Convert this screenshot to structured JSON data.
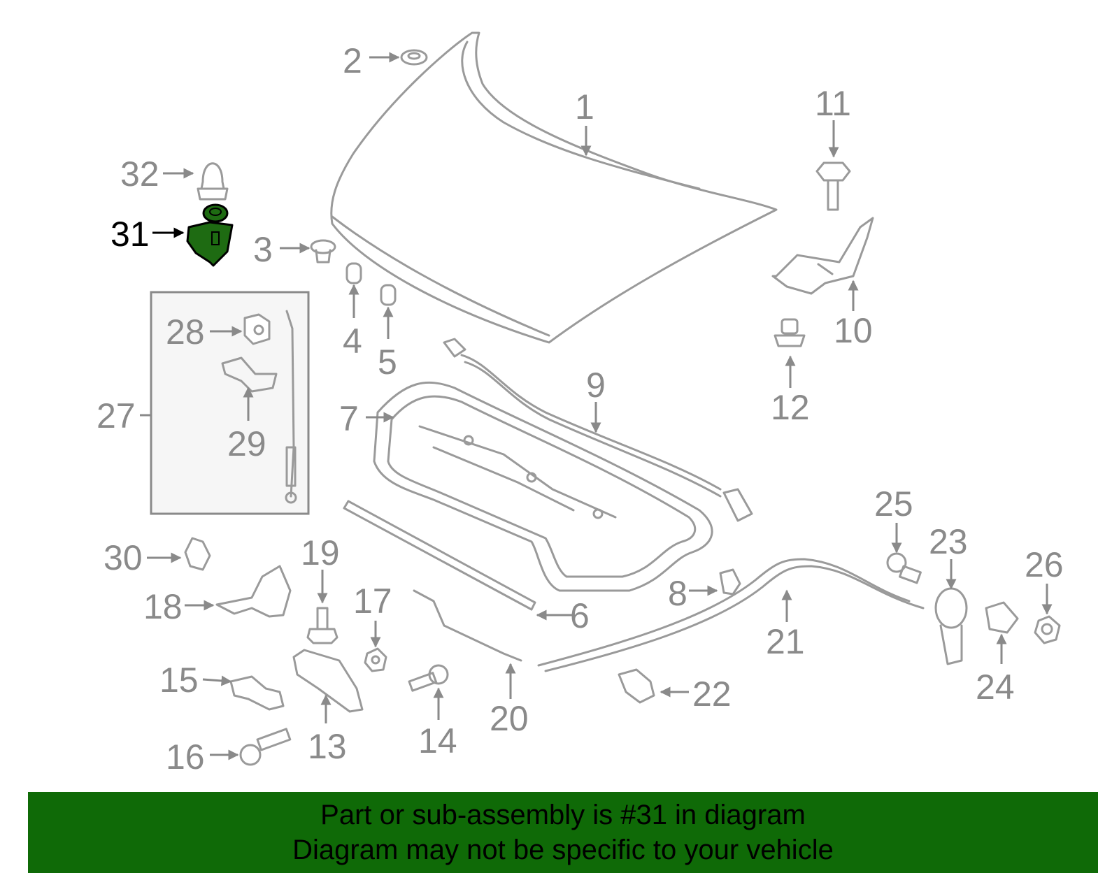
{
  "callouts": [
    {
      "id": "1",
      "text": "1"
    },
    {
      "id": "2",
      "text": "2"
    },
    {
      "id": "3",
      "text": "3"
    },
    {
      "id": "4",
      "text": "4"
    },
    {
      "id": "5",
      "text": "5"
    },
    {
      "id": "6",
      "text": "6"
    },
    {
      "id": "7",
      "text": "7"
    },
    {
      "id": "8",
      "text": "8"
    },
    {
      "id": "9",
      "text": "9"
    },
    {
      "id": "10",
      "text": "10"
    },
    {
      "id": "11",
      "text": "11"
    },
    {
      "id": "12",
      "text": "12"
    },
    {
      "id": "13",
      "text": "13"
    },
    {
      "id": "14",
      "text": "14"
    },
    {
      "id": "15",
      "text": "15"
    },
    {
      "id": "16",
      "text": "16"
    },
    {
      "id": "17",
      "text": "17"
    },
    {
      "id": "18",
      "text": "18"
    },
    {
      "id": "19",
      "text": "19"
    },
    {
      "id": "20",
      "text": "20"
    },
    {
      "id": "21",
      "text": "21"
    },
    {
      "id": "22",
      "text": "22"
    },
    {
      "id": "23",
      "text": "23"
    },
    {
      "id": "24",
      "text": "24"
    },
    {
      "id": "25",
      "text": "25"
    },
    {
      "id": "26",
      "text": "26"
    },
    {
      "id": "27",
      "text": "27"
    },
    {
      "id": "28",
      "text": "28"
    },
    {
      "id": "29",
      "text": "29"
    },
    {
      "id": "30",
      "text": "30"
    },
    {
      "id": "31",
      "text": "31"
    },
    {
      "id": "32",
      "text": "32"
    }
  ],
  "highlighted_part": "31",
  "colors": {
    "banner_background": "#0f6a07",
    "highlight_part": "#1e6b12",
    "line_gray": "#9a9a9a"
  },
  "banner": {
    "line1": "Part or sub-assembly is #31 in diagram",
    "line2": "Diagram may not be specific to your vehicle"
  }
}
